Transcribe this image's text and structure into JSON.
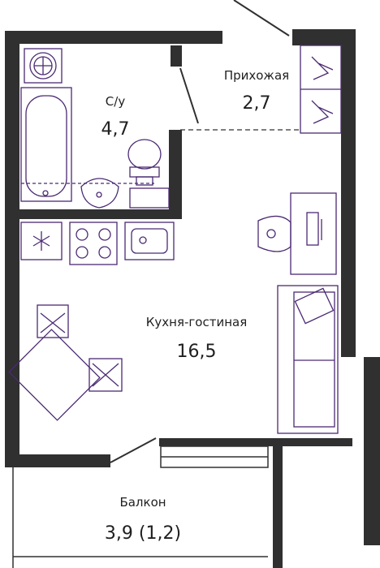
{
  "rooms": {
    "bathroom": {
      "name": "С/у",
      "area": "4,7"
    },
    "hallway": {
      "name": "Прихожая",
      "area": "2,7"
    },
    "living": {
      "name": "Кухня-гостиная",
      "area": "16,5"
    },
    "balcony": {
      "name": "Балкон",
      "area": "3,9 (1,2)"
    }
  },
  "colors": {
    "wall": "#303030",
    "furniture": "#4b2a73",
    "background": "#ffffff"
  }
}
